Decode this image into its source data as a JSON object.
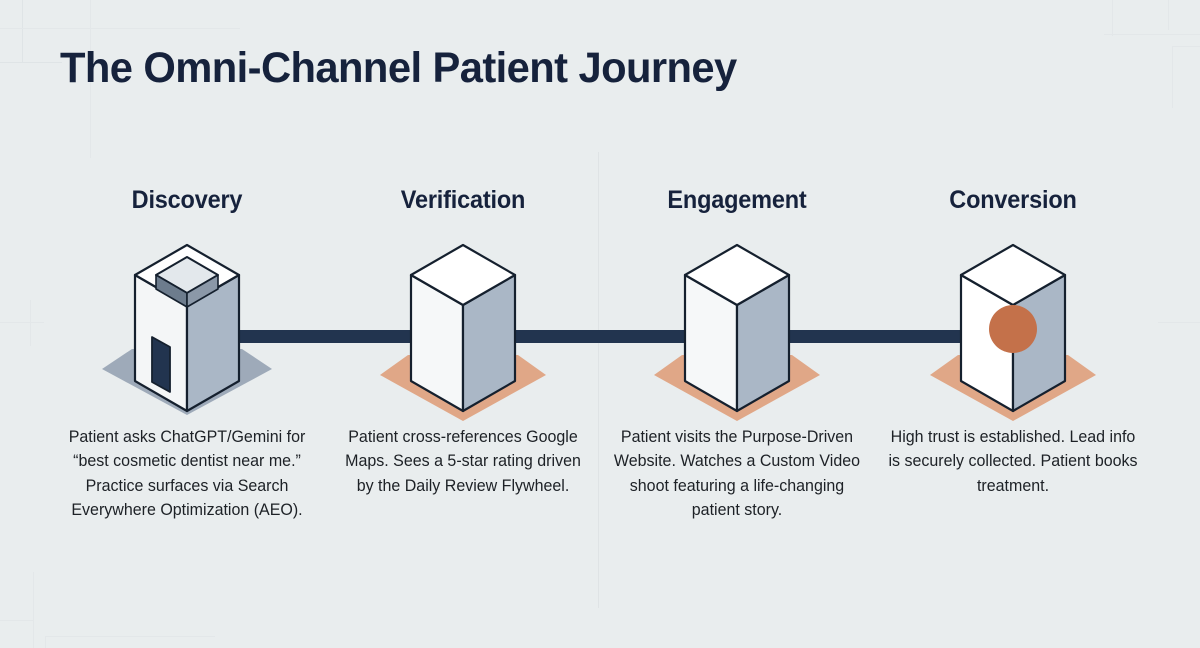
{
  "page": {
    "title": "The Omni-Channel Patient Journey",
    "background_color": "#e9edee",
    "ink_color": "#16223c",
    "accent_color": "#c4714a",
    "rail_color": "#22344f"
  },
  "stages": [
    {
      "label": "Discovery",
      "icon": "hollow-building-isometric-icon",
      "shadow_color": "#9aa7b5",
      "caption": "Patient asks ChatGPT/Gemini for “best cosmetic dentist near me.” Practice surfaces via Search Everywhere Optimization (AEO)."
    },
    {
      "label": "Verification",
      "icon": "solid-cube-isometric-icon",
      "shadow_color": "#e0a787",
      "caption": "Patient cross-references Google Maps. Sees a 5-star rating driven by the Daily Review Flywheel."
    },
    {
      "label": "Engagement",
      "icon": "solid-cube-isometric-icon",
      "shadow_color": "#e0a787",
      "caption": "Patient visits the Purpose-Driven Website. Watches a Custom Video shoot featuring a life-changing patient story."
    },
    {
      "label": "Conversion",
      "icon": "solid-cube-with-node-isometric-icon",
      "shadow_color": "#e0a787",
      "caption": "High trust is established. Lead info is securely collected. Patient books treatment."
    }
  ],
  "connectors": [
    {
      "name": "discovery-to-verification"
    },
    {
      "name": "verification-to-engagement"
    },
    {
      "name": "engagement-to-conversion"
    }
  ]
}
